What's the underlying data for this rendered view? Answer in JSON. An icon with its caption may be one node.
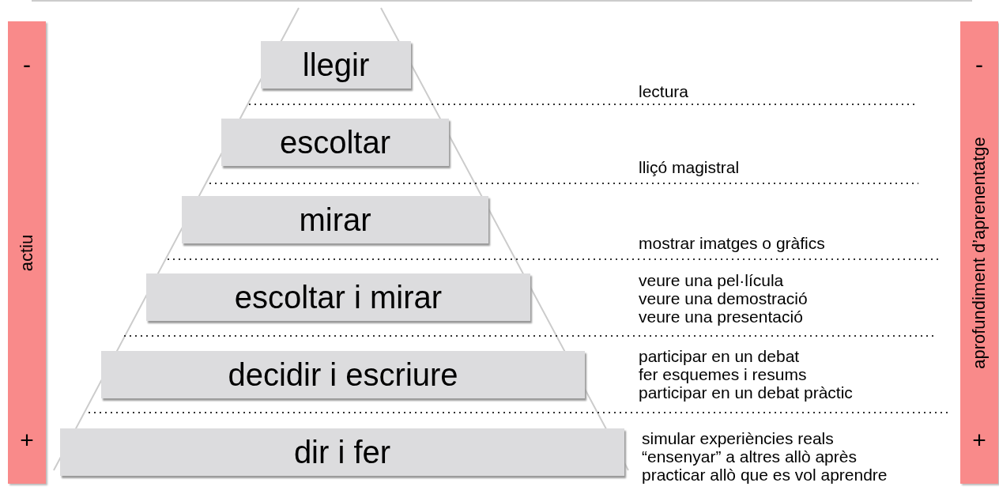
{
  "diagram": {
    "nodes": [
      {
        "text": [
          "-",
          "actiu",
          "+"
        ]
      },
      {
        "text": [
          "llegir"
        ]
      },
      {
        "text": [
          "escoltar"
        ]
      },
      {
        "text": [
          "mirar"
        ]
      },
      {
        "text": [
          "escoltar i mirar"
        ]
      },
      {
        "text": [
          "decidir i escriure"
        ]
      },
      {
        "text": [
          "dir i fer"
        ]
      },
      {
        "text": [
          "-",
          "aprofundiment d’aprenentatge",
          "+"
        ]
      }
    ],
    "labels": [
      "lectura",
      "lliçó magistral",
      "mostrar imatges o gràfics",
      "veure una pel·lícula",
      "veure una demostració",
      "veure una presentació",
      "participar en un debat",
      "fer esquemes i resums",
      "participar en un debat pràctic",
      "simular experiències reals",
      "“ensenyar” a altres allò après",
      "practicar allò que es vol aprendre"
    ]
  }
}
